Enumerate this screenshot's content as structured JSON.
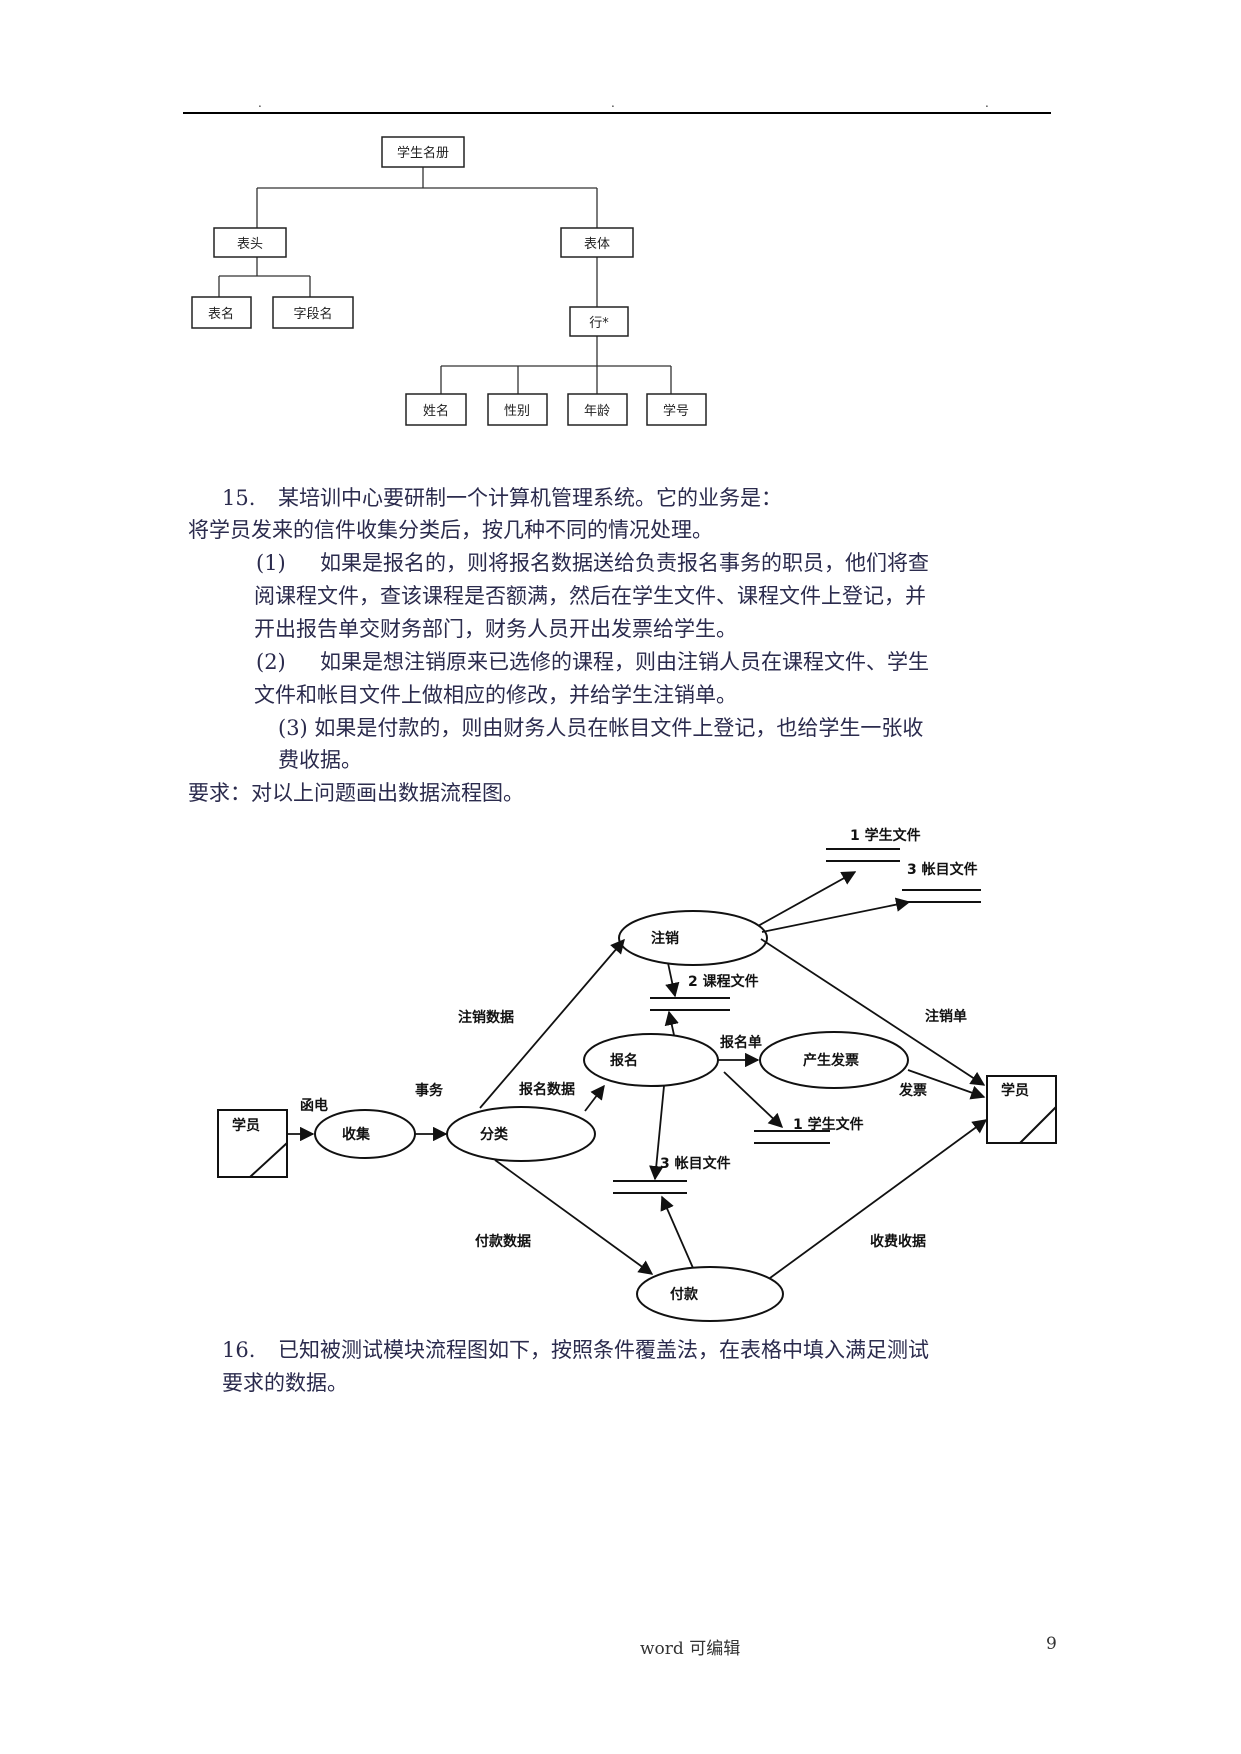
{
  "header": {
    "dots": [
      ".",
      ".",
      "."
    ]
  },
  "tree": {
    "root": "学生名册",
    "left": "表头",
    "left_children": [
      "表名",
      "字段名"
    ],
    "right": "表体",
    "row": "行*",
    "row_children": [
      "姓名",
      "性别",
      "年龄",
      "学号"
    ]
  },
  "q15": {
    "num": "15.",
    "line1": "某培训中心要研制一个计算机管理系统。它的业务是：",
    "line2": "将学员发来的信件收集分类后，按几种不同的情况处理。",
    "item1_num": "(1)",
    "item1_l1": "如果是报名的，则将报名数据送给负责报名事务的职员，他们将查",
    "item1_l2": "阅课程文件，查该课程是否额满，然后在学生文件、课程文件上登记，并",
    "item1_l3": "开出报告单交财务部门，财务人员开出发票给学生。",
    "item2_num": "(2)",
    "item2_l1": "如果是想注销原来已选修的课程，则由注销人员在课程文件、学生",
    "item2_l2": "文件和帐目文件上做相应的修改，并给学生注销单。",
    "item3_l1": "(3) 如果是付款的，则由财务人员在帐目文件上登记，也给学生一张收",
    "item3_l2": "费收据。",
    "req": "要求：对以上问题画出数据流程图。"
  },
  "dfd": {
    "student_left": "学员",
    "student_right": "学员",
    "collect": "收集",
    "classify": "分类",
    "cancel": "注销",
    "register": "报名",
    "invoice": "产生发票",
    "pay": "付款",
    "file_student_top": "1 学生文件",
    "file_account_top": "3 帐目文件",
    "file_course": "2 课程文件",
    "file_student_mid": "1 学生文件",
    "file_account_mid": "3 帐目文件",
    "lbl_letter": "函电",
    "lbl_affair": "事务",
    "lbl_cancel_data": "注销数据",
    "lbl_reg_data": "报名数据",
    "lbl_pay_data": "付款数据",
    "lbl_reg_form": "报名单",
    "lbl_cancel_form": "注销单",
    "lbl_invoice": "发票",
    "lbl_receipt": "收费收据"
  },
  "q16": {
    "num": "16.",
    "line1": "已知被测试模块流程图如下，按照条件覆盖法，在表格中填入满足测试",
    "line2": "要求的数据。"
  },
  "footer": {
    "center": "word 可编辑",
    "page": "9"
  }
}
